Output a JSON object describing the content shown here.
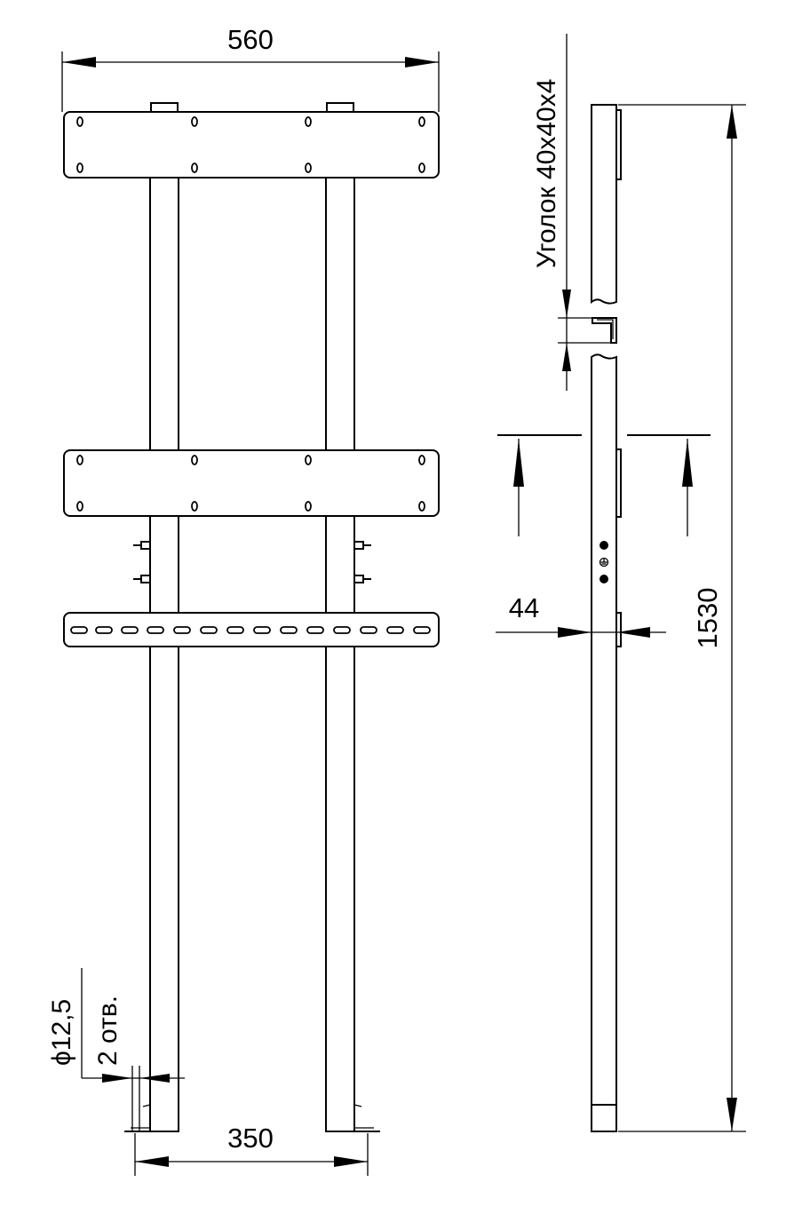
{
  "dimensions": {
    "overall_width": "560",
    "post_spacing": "350",
    "height": "1530",
    "depth": "44",
    "hole_diameter": "ϕ12,5",
    "hole_count": "2 отв.",
    "angle_profile": "Уголок 40х40х4"
  },
  "symbols": {
    "ground": "⏚"
  }
}
